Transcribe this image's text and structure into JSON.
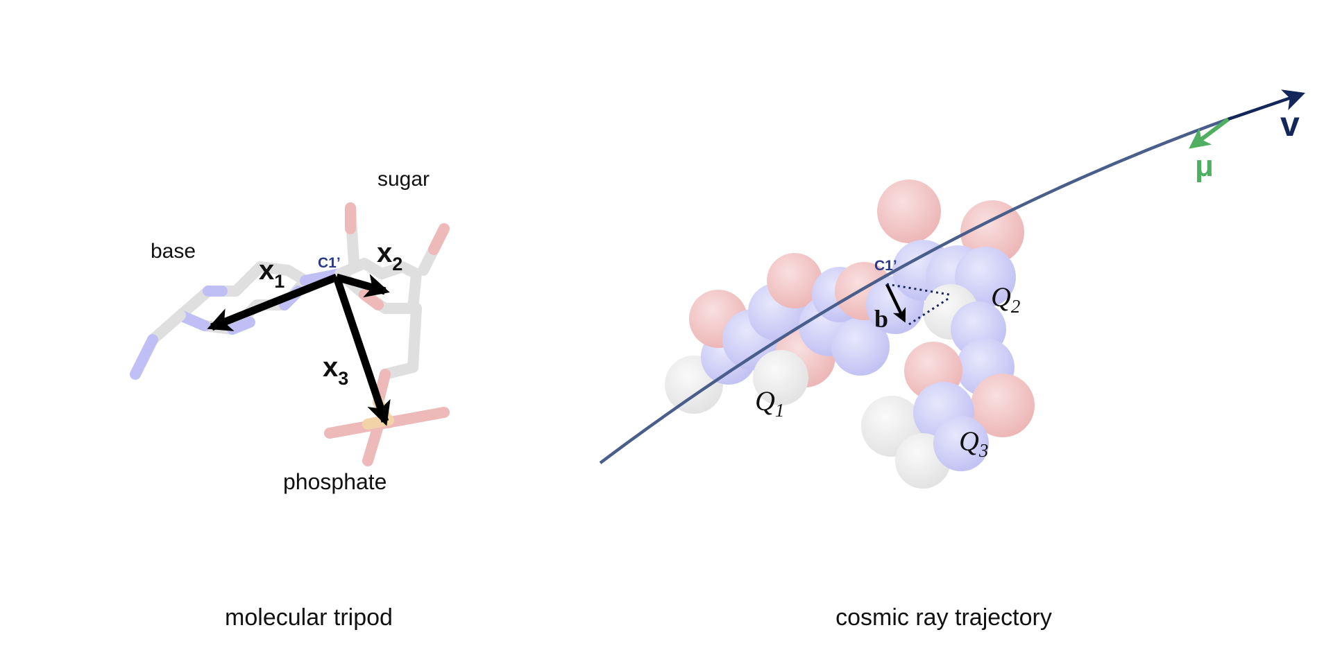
{
  "left_panel": {
    "caption": "molecular tripod",
    "labels": {
      "base": "base",
      "sugar": "sugar",
      "phosphate": "phosphate",
      "c1": "C1’"
    },
    "vectors": [
      {
        "name": "x",
        "sub": "1"
      },
      {
        "name": "x",
        "sub": "2"
      },
      {
        "name": "x",
        "sub": "3"
      }
    ]
  },
  "right_panel": {
    "caption": "cosmic ray trajectory",
    "labels": {
      "c1": "C1’",
      "b": "b",
      "v": "v",
      "mu": "μ"
    },
    "charges": [
      {
        "name": "Q",
        "sub": "1"
      },
      {
        "name": "Q",
        "sub": "2"
      },
      {
        "name": "Q",
        "sub": "3"
      }
    ]
  },
  "colors": {
    "arrow": "#000000",
    "trajectory": "#4a5e8c",
    "velocity": "#14275a",
    "mu": "#4fae5f",
    "c1_label": "#2a3a8c",
    "oxygen": "#e06060",
    "nitrogen": "#7a7aee",
    "carbon": "#c8c8c8",
    "phosphorus": "#e8b060"
  }
}
